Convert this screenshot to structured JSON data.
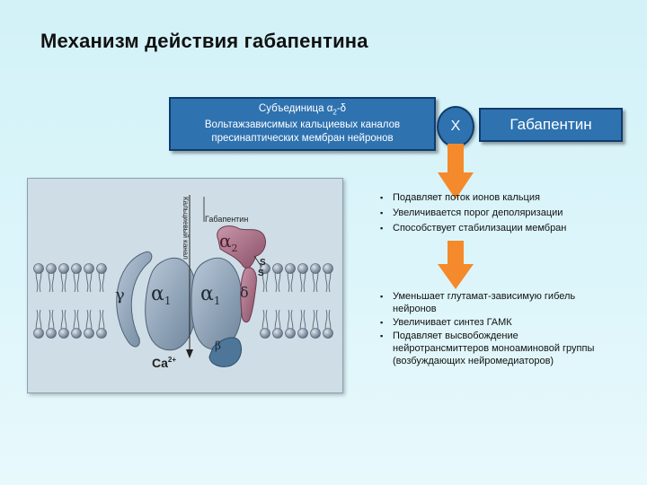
{
  "title": "Механизм действия габапентина",
  "subunit_box": {
    "line1_prefix": "Субъединица α",
    "line1_sub": "2",
    "line1_suffix": "-δ",
    "line2": "Вольтажзависимых кальциевых каналов",
    "line3": "пресинаптических мембран нейронов"
  },
  "block_symbol": "X",
  "drug_box": "Габапентин",
  "effects_1": [
    "Подавляет поток ионов кальция",
    "Увеличивается порог деполяризации",
    "Способствует стабилизации мембран"
  ],
  "effects_2": [
    "Уменьшает глутамат-зависимую гибель нейронов",
    "Увеличивает синтез ГАМК",
    "Подавляет высвобождение нейротрансмиттеров моноаминовой группы (возбуждающих нейромедиаторов)"
  ],
  "figure_labels": {
    "channel": "Кальциевый канал",
    "gabapentin": "Габапентин",
    "gamma": "γ",
    "alpha": "α",
    "sub1": "1",
    "sub2": "2",
    "delta": "δ",
    "beta": "β",
    "s": "S",
    "ca": "Ca",
    "ca_sup": "2+"
  },
  "colors": {
    "box_fill": "#2e72b0",
    "arrow": "#f58a2c",
    "subunit_blue": "#8fa6bd",
    "subunit_mauve": "#a77286"
  }
}
